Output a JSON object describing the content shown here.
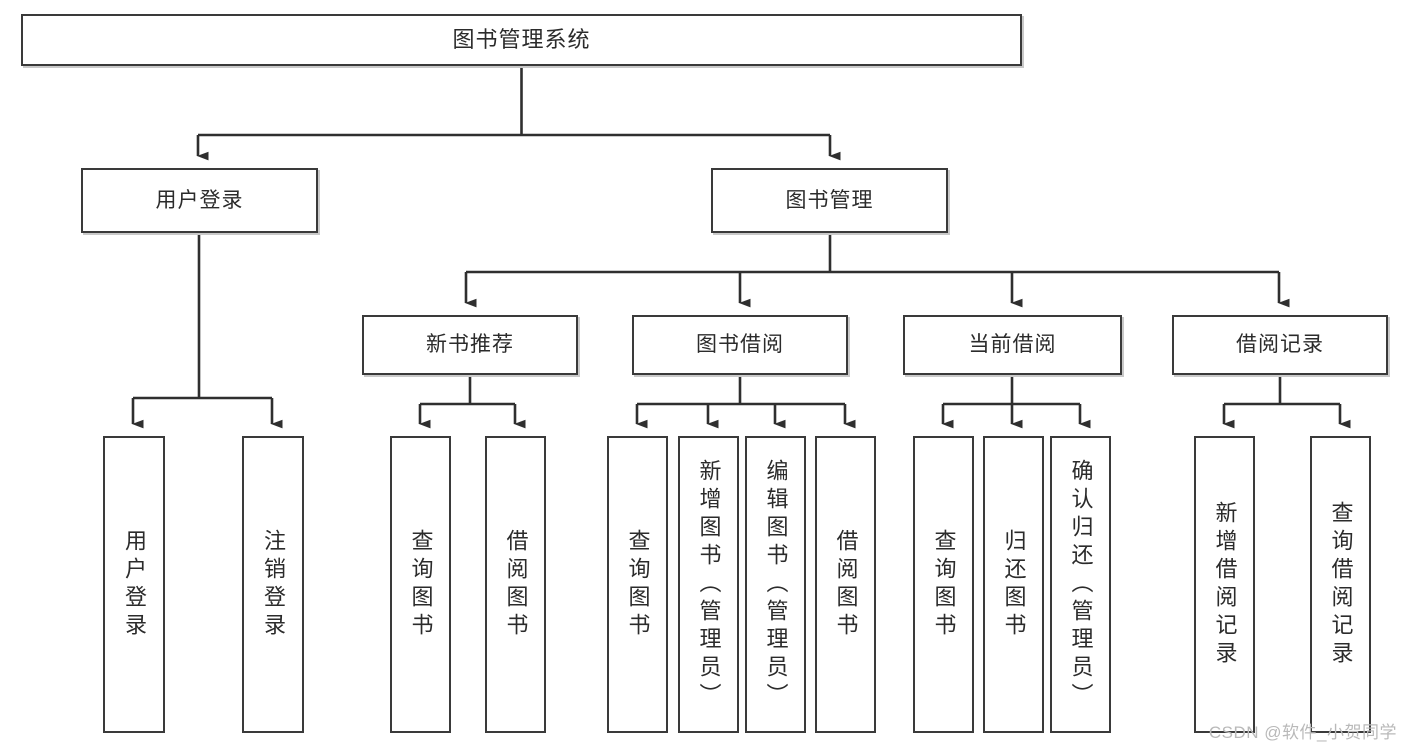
{
  "diagram": {
    "title": "图书管理系统",
    "root": {
      "label": "图书管理系统"
    },
    "level2": [
      {
        "label": "用户登录"
      },
      {
        "label": "图书管理"
      }
    ],
    "level3": [
      {
        "label": "新书推荐"
      },
      {
        "label": "图书借阅"
      },
      {
        "label": "当前借阅"
      },
      {
        "label": "借阅记录"
      }
    ],
    "leaves": {
      "user_login": [
        {
          "label": "用户登录"
        },
        {
          "label": "注销登录"
        }
      ],
      "new_book_recommend": [
        {
          "label": "查询图书"
        },
        {
          "label": "借阅图书"
        }
      ],
      "book_borrow": [
        {
          "label": "查询图书"
        },
        {
          "label": "新增图书（管理员）"
        },
        {
          "label": "编辑图书（管理员）"
        },
        {
          "label": "借阅图书"
        }
      ],
      "current_borrow": [
        {
          "label": "查询图书"
        },
        {
          "label": "归还图书"
        },
        {
          "label": "确认归还（管理员）"
        }
      ],
      "borrow_record": [
        {
          "label": "新增借阅记录"
        },
        {
          "label": "查询借阅记录"
        }
      ]
    }
  },
  "watermark": {
    "text": "CSDN @软件_小贺同学"
  },
  "colors": {
    "box_border": "#3a3a3a",
    "box_fill": "#ffffff",
    "connector": "#2f2f2f",
    "text": "#2b2b2b",
    "watermark": "#b9b9b9"
  }
}
